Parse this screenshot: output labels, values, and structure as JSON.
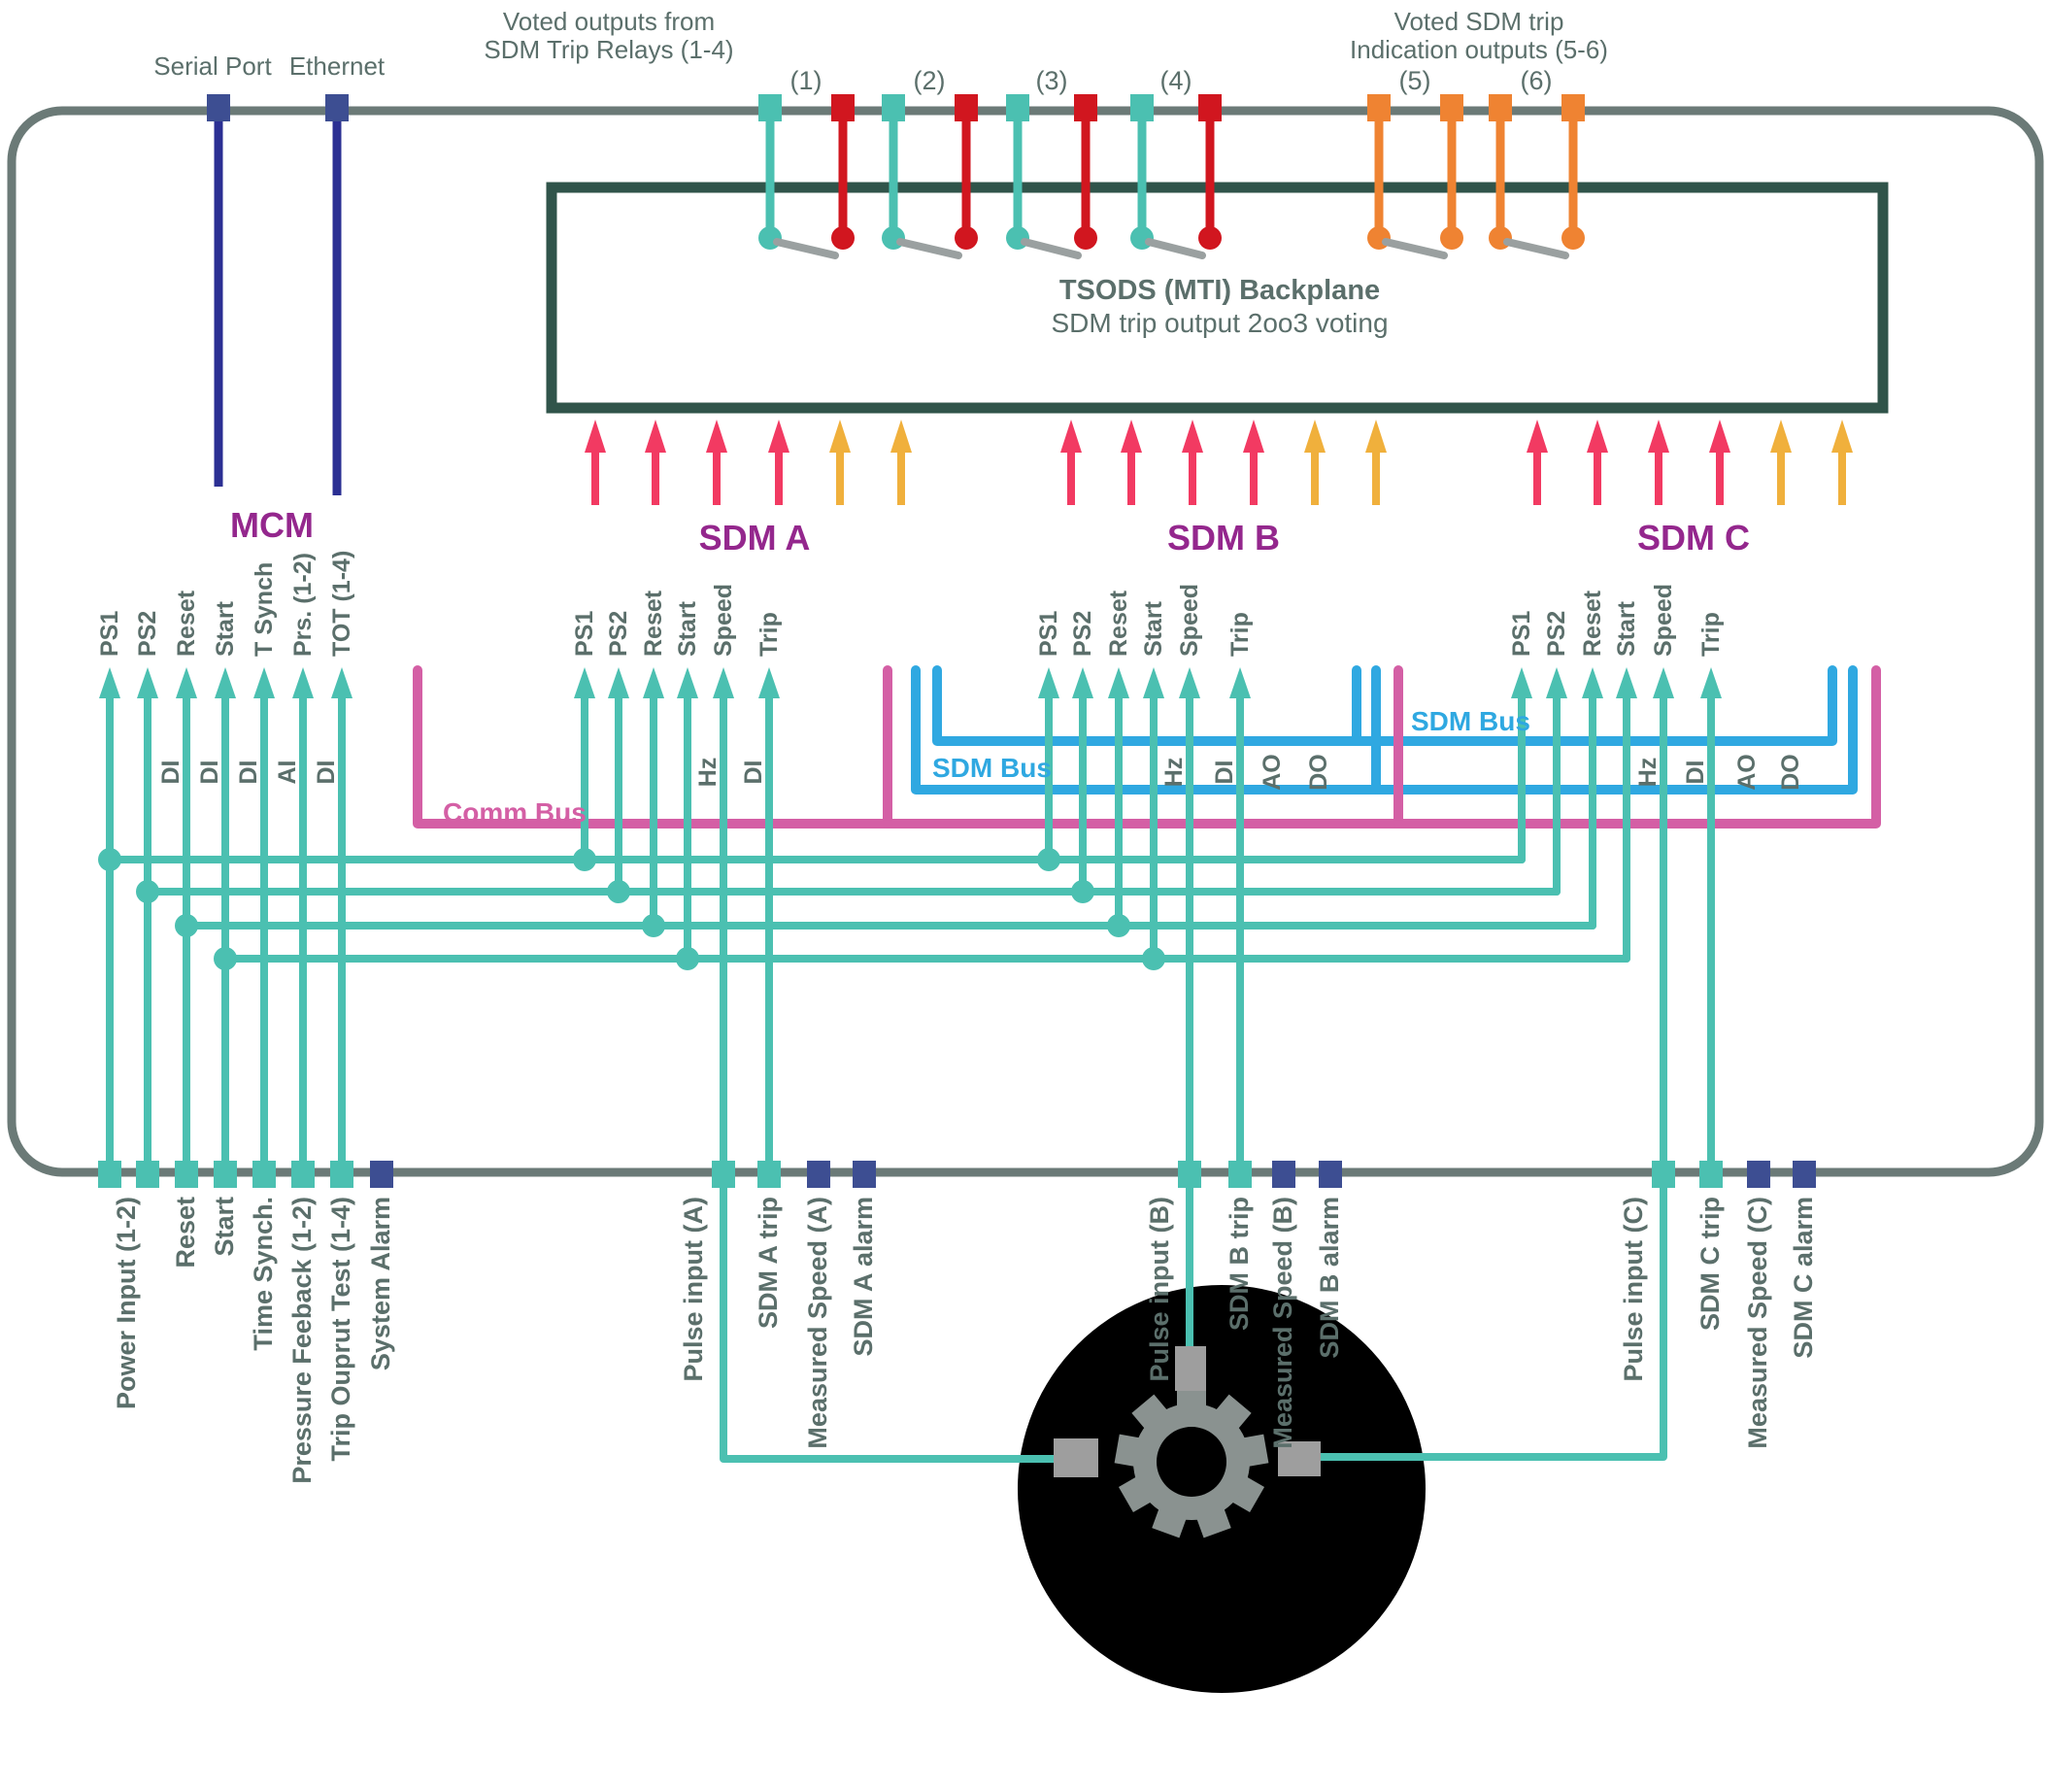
{
  "header": {
    "serial_port": "Serial Port",
    "ethernet": "Ethernet",
    "voted_trip": [
      "Voted outputs from",
      "SDM Trip Relays (1-4)"
    ],
    "voted_indication": [
      "Voted SDM trip",
      "Indication outputs (5-6)"
    ],
    "relay_numbers": [
      "(1)",
      "(2)",
      "(3)",
      "(4)",
      "(5)",
      "(6)"
    ]
  },
  "backplane": {
    "title": "TSODS (MTI) Backplane",
    "subtitle": "SDM trip output 2oo3 voting"
  },
  "modules": {
    "mcm": {
      "label": "MCM",
      "signals": [
        "PS1",
        "PS2",
        "Reset",
        "Start",
        "T Synch",
        "Prs. (1-2)",
        "TOT (1-4)"
      ],
      "types": [
        "DI",
        "DI",
        "DI",
        "AI",
        "DI"
      ]
    },
    "sdm_a": {
      "label": "SDM A",
      "signals": [
        "PS1",
        "PS2",
        "Reset",
        "Start",
        "Speed",
        "Trip"
      ],
      "types": [
        "Hz",
        "DI"
      ]
    },
    "sdm_b": {
      "label": "SDM B",
      "signals": [
        "PS1",
        "PS2",
        "Reset",
        "Start",
        "Speed",
        "Trip"
      ],
      "types": [
        "Hz",
        "DI",
        "AO",
        "DO"
      ]
    },
    "sdm_c": {
      "label": "SDM C",
      "signals": [
        "PS1",
        "PS2",
        "Reset",
        "Start",
        "Speed",
        "Trip"
      ],
      "types": [
        "Hz",
        "DI",
        "AO",
        "DO"
      ]
    }
  },
  "buses": {
    "comm": "Comm Bus",
    "sdm_bus_b": "SDM Bus",
    "sdm_bus_c": "SDM Bus"
  },
  "bottom_ports": {
    "mcm": [
      "Power Input  (1-2)",
      "Reset",
      "Start",
      "Time Synch.",
      "Pressure Feeback (1-2)",
      "Trip Ouprut Test (1-4)",
      "System Alarm"
    ],
    "sdm_a": [
      "Pulse input (A)",
      "SDM A trip",
      "Measured Speed (A)",
      "SDM A alarm"
    ],
    "sdm_b": [
      "Pulse input (B)",
      "SDM B trip",
      "Measured Speed (B)",
      "SDM B alarm"
    ],
    "sdm_c": [
      "Pulse input (C)",
      "SDM C trip",
      "Measured Speed (C)",
      "SDM C alarm"
    ]
  },
  "colors": {
    "teal": "#4BC0B1",
    "red": "#D1161F",
    "orange": "#EF8332",
    "navy": "#3D4E92",
    "indigo": "#2B2F93",
    "border_gray": "#6B7A77",
    "dark_green": "#30544A",
    "text_gray": "#5B6F6B",
    "purple": "#94278D",
    "pink_arrow": "#F23A62",
    "yellow_arrow": "#F0B03C",
    "bus_pink": "#D45FA5",
    "bus_blue": "#2FA8E1",
    "blade_gray": "#9AA0A0",
    "gear_gray": "#8A9290",
    "sensor_gray": "#9E9E9E"
  }
}
